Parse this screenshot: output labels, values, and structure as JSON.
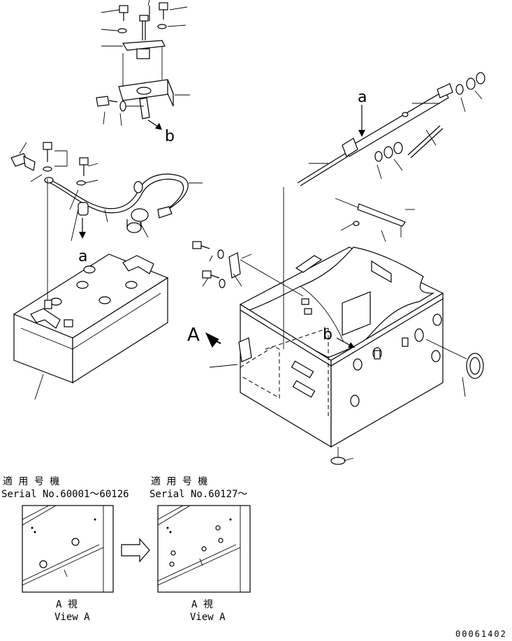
{
  "labels": {
    "view_arrow_a": "A",
    "ref_a_top": "a",
    "ref_a_left": "a",
    "ref_b_top": "b",
    "ref_b_box": "b"
  },
  "left_inset": {
    "heading_ja": "適 用 号 機",
    "serial": "Serial No.60001～60126",
    "view_ja": "A 視",
    "view_en": "View A"
  },
  "right_inset": {
    "heading_ja": "適 用 号 機",
    "serial": "Serial No.60127～",
    "view_ja": "A 視",
    "view_en": "View A"
  },
  "drawing_number": "00061402"
}
